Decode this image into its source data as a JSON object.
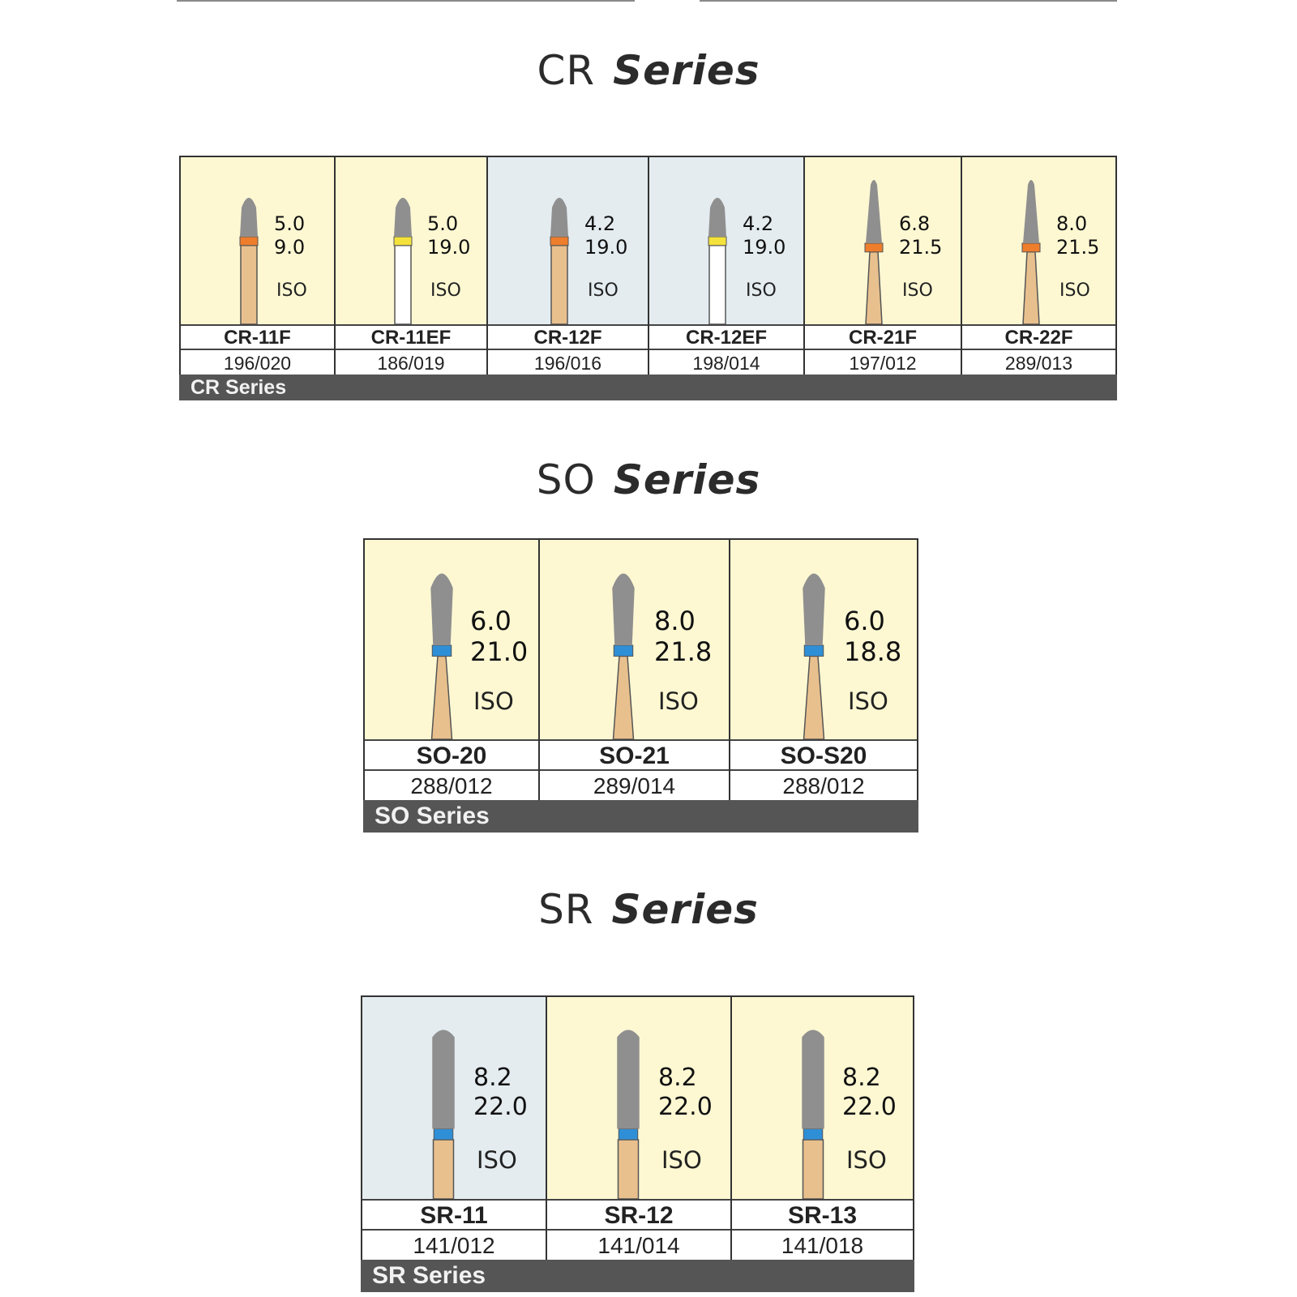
{
  "sections": [
    {
      "prefix": "CR",
      "series_word": "Series",
      "footer_label": "CR Series",
      "iso_label": "ISO",
      "items": [
        {
          "code": "CR-11F",
          "iso_number": "196/020",
          "dim1": "5.0",
          "dim2": "9.0",
          "bg": "#fdf8d2",
          "ring": "#ee7d2c",
          "shank": "#e8c08e",
          "tip": "round"
        },
        {
          "code": "CR-11EF",
          "iso_number": "186/019",
          "dim1": "5.0",
          "dim2": "19.0",
          "bg": "#fdf8d2",
          "ring": "#f4e23c",
          "shank": "#ffffff",
          "tip": "round"
        },
        {
          "code": "CR-12F",
          "iso_number": "196/016",
          "dim1": "4.2",
          "dim2": "19.0",
          "bg": "#e4ecf0",
          "ring": "#ee7d2c",
          "shank": "#e8c08e",
          "tip": "round"
        },
        {
          "code": "CR-12EF",
          "iso_number": "198/014",
          "dim1": "4.2",
          "dim2": "19.0",
          "bg": "#e4ecf0",
          "ring": "#f4e23c",
          "shank": "#ffffff",
          "tip": "round"
        },
        {
          "code": "CR-21F",
          "iso_number": "197/012",
          "dim1": "6.8",
          "dim2": "21.5",
          "bg": "#fdf8d2",
          "ring": "#ee7d2c",
          "shank": "#e8c08e",
          "tip": "taper"
        },
        {
          "code": "CR-22F",
          "iso_number": "289/013",
          "dim1": "8.0",
          "dim2": "21.5",
          "bg": "#fdf8d2",
          "ring": "#ee7d2c",
          "shank": "#e8c08e",
          "tip": "taper"
        }
      ]
    },
    {
      "prefix": "SO",
      "series_word": "Series",
      "footer_label": "SO Series",
      "iso_label": "ISO",
      "items": [
        {
          "code": "SO-20",
          "iso_number": "288/012",
          "dim1": "6.0",
          "dim2": "21.0",
          "bg": "#fdf8d2",
          "ring": "#2f8fd6",
          "shank": "#e8c08e",
          "tip": "flame"
        },
        {
          "code": "SO-21",
          "iso_number": "289/014",
          "dim1": "8.0",
          "dim2": "21.8",
          "bg": "#fdf8d2",
          "ring": "#2f8fd6",
          "shank": "#e8c08e",
          "tip": "flame"
        },
        {
          "code": "SO-S20",
          "iso_number": "288/012",
          "dim1": "6.0",
          "dim2": "18.8",
          "bg": "#fdf8d2",
          "ring": "#2f8fd6",
          "shank": "#e8c08e",
          "tip": "flame"
        }
      ]
    },
    {
      "prefix": "SR",
      "series_word": "Series",
      "footer_label": "SR Series",
      "iso_label": "ISO",
      "items": [
        {
          "code": "SR-11",
          "iso_number": "141/012",
          "dim1": "8.2",
          "dim2": "22.0",
          "bg": "#e4ecf0",
          "ring": "#2f8fd6",
          "shank": "#e8c08e",
          "tip": "cyl"
        },
        {
          "code": "SR-12",
          "iso_number": "141/014",
          "dim1": "8.2",
          "dim2": "22.0",
          "bg": "#fdf8d2",
          "ring": "#2f8fd6",
          "shank": "#e8c08e",
          "tip": "cyl"
        },
        {
          "code": "SR-13",
          "iso_number": "141/018",
          "dim1": "8.2",
          "dim2": "22.0",
          "bg": "#fdf8d2",
          "ring": "#2f8fd6",
          "shank": "#e8c08e",
          "tip": "cyl"
        }
      ]
    }
  ]
}
